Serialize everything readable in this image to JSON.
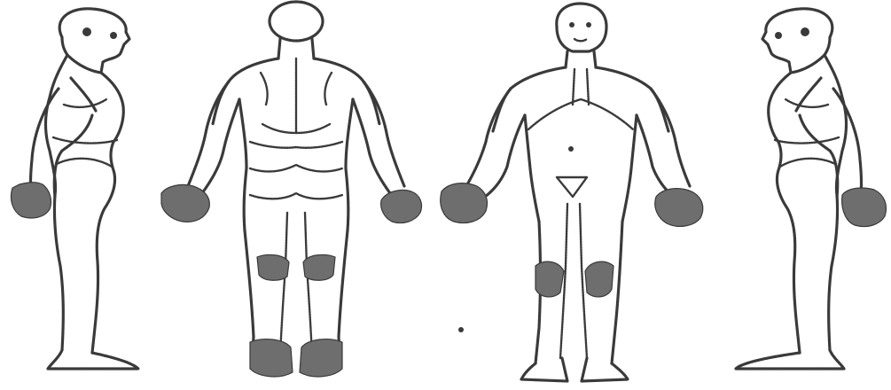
{
  "diagram": {
    "type": "body-chart",
    "views": [
      {
        "id": "left-side",
        "view": "side"
      },
      {
        "id": "back",
        "view": "posterior"
      },
      {
        "id": "front",
        "view": "anterior"
      },
      {
        "id": "right-side",
        "view": "side"
      }
    ]
  },
  "colors": {
    "background": "#ffffff",
    "outline": "#3a3a3a",
    "hand_fill": "#6e6e6e"
  }
}
